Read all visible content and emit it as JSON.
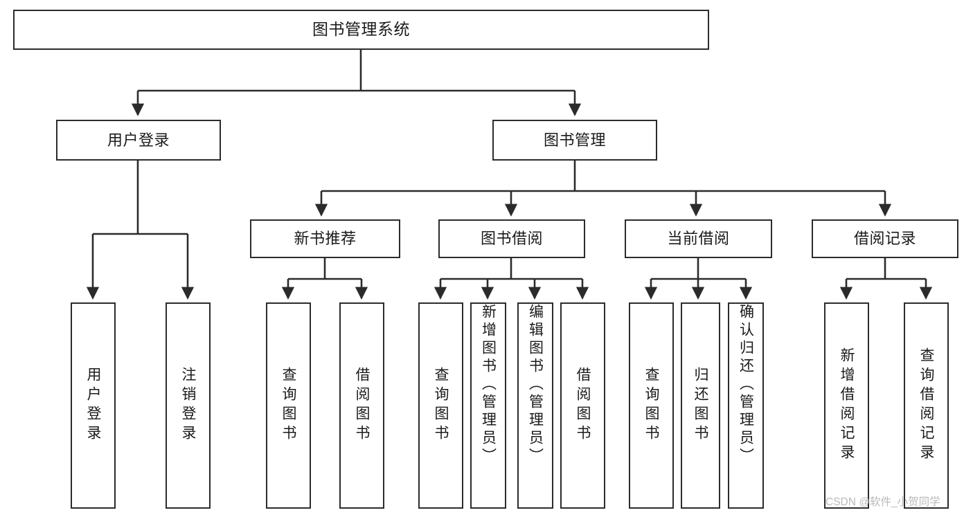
{
  "diagram": {
    "type": "tree",
    "title": "图书管理系统",
    "orientation": "top-down",
    "nodes": {
      "root": {
        "label": "图书管理系统",
        "level": 0
      },
      "user_login": {
        "label": "用户登录",
        "level": 1
      },
      "book_manage": {
        "label": "图书管理",
        "level": 1
      },
      "new_book_rec": {
        "label": "新书推荐",
        "level": 2
      },
      "book_borrow": {
        "label": "图书借阅",
        "level": 2
      },
      "current_borrow": {
        "label": "当前借阅",
        "level": 2
      },
      "borrow_record": {
        "label": "借阅记录",
        "level": 2
      },
      "leaf_user_login": {
        "label": "用户登录",
        "level": 2
      },
      "leaf_logout": {
        "label": "注销登录",
        "level": 2
      },
      "leaf_query_book_a": {
        "label": "查询图书",
        "level": 3
      },
      "leaf_borrow_book_a": {
        "label": "借阅图书",
        "level": 3
      },
      "leaf_query_book_b": {
        "label": "查询图书",
        "level": 3
      },
      "leaf_add_book": {
        "label": "新增图书（管理员）",
        "level": 3
      },
      "leaf_edit_book": {
        "label": "编辑图书（管理员）",
        "level": 3
      },
      "leaf_borrow_book_b": {
        "label": "借阅图书",
        "level": 3
      },
      "leaf_query_book_c": {
        "label": "查询图书",
        "level": 3
      },
      "leaf_return_book": {
        "label": "归还图书",
        "level": 3
      },
      "leaf_confirm_return": {
        "label": "确认归还（管理员）",
        "level": 3
      },
      "leaf_add_record": {
        "label": "新增借阅记录",
        "level": 3
      },
      "leaf_query_record": {
        "label": "查询借阅记录",
        "level": 3
      }
    },
    "edges": [
      {
        "from": "root",
        "to": "user_login"
      },
      {
        "from": "root",
        "to": "book_manage"
      },
      {
        "from": "user_login",
        "to": "leaf_user_login"
      },
      {
        "from": "user_login",
        "to": "leaf_logout"
      },
      {
        "from": "book_manage",
        "to": "new_book_rec"
      },
      {
        "from": "book_manage",
        "to": "book_borrow"
      },
      {
        "from": "book_manage",
        "to": "current_borrow"
      },
      {
        "from": "book_manage",
        "to": "borrow_record"
      },
      {
        "from": "new_book_rec",
        "to": "leaf_query_book_a"
      },
      {
        "from": "new_book_rec",
        "to": "leaf_borrow_book_a"
      },
      {
        "from": "book_borrow",
        "to": "leaf_query_book_b"
      },
      {
        "from": "book_borrow",
        "to": "leaf_add_book"
      },
      {
        "from": "book_borrow",
        "to": "leaf_edit_book"
      },
      {
        "from": "book_borrow",
        "to": "leaf_borrow_book_b"
      },
      {
        "from": "current_borrow",
        "to": "leaf_query_book_c"
      },
      {
        "from": "current_borrow",
        "to": "leaf_return_book"
      },
      {
        "from": "current_borrow",
        "to": "leaf_confirm_return"
      },
      {
        "from": "borrow_record",
        "to": "leaf_add_record"
      },
      {
        "from": "borrow_record",
        "to": "leaf_query_record"
      }
    ],
    "colors": {
      "stroke": "#2b2b2b",
      "fill": "#ffffff",
      "text": "#1a1a1a",
      "watermark": "#b9b9b9"
    }
  },
  "watermark": {
    "text": "CSDN @软件_小贺同学"
  }
}
